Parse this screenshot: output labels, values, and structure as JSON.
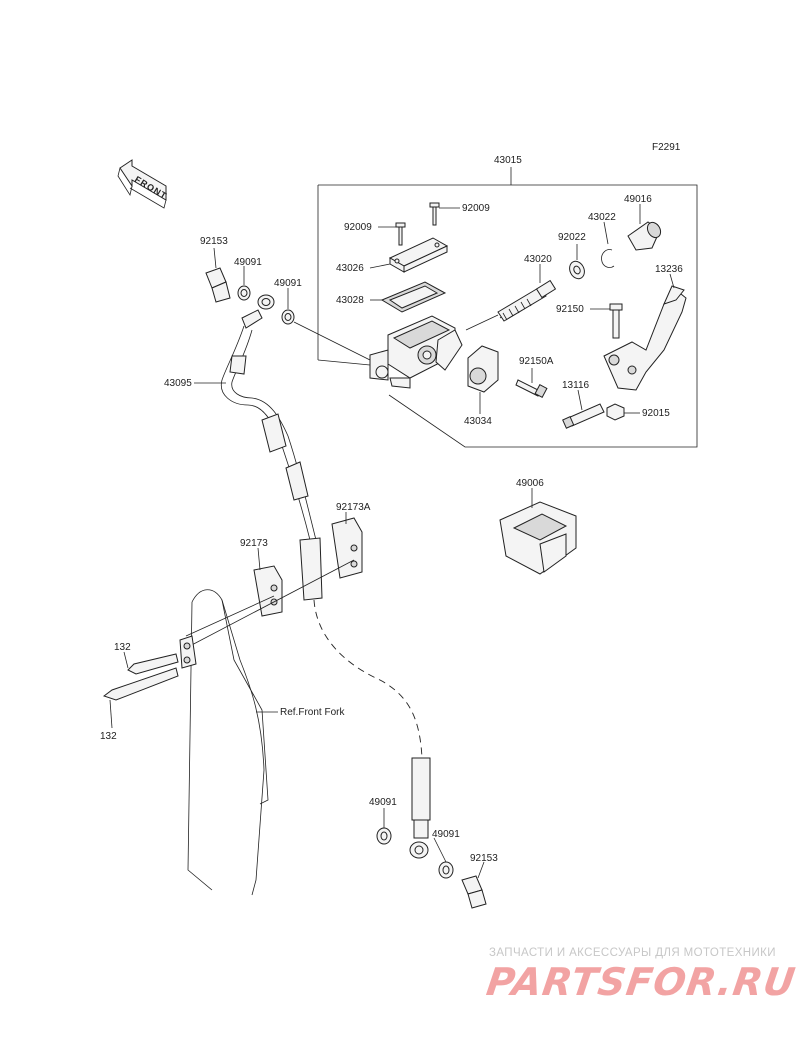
{
  "figure_code": "F2291",
  "front_label": "FRONT",
  "ref_label": "Ref.Front Fork",
  "parts": {
    "p43015": "43015",
    "p92009a": "92009",
    "p92009b": "92009",
    "p49016": "49016",
    "p43022": "43022",
    "p92022": "92022",
    "p43026": "43026",
    "p43020": "43020",
    "p13236": "13236",
    "p43028": "43028",
    "p92150": "92150",
    "p92150A": "92150A",
    "p13116": "13116",
    "p92015": "92015",
    "p43034": "43034",
    "p92153a": "92153",
    "p49091a": "49091",
    "p49091b": "49091",
    "p43095": "43095",
    "p49006": "49006",
    "p92173A": "92173A",
    "p92173": "92173",
    "p132a": "132",
    "p132b": "132",
    "p49091c": "49091",
    "p49091d": "49091",
    "p92153b": "92153"
  },
  "watermark": {
    "subtitle": "ЗАПЧАСТИ И АКСЕССУАРЫ ДЛЯ МОТОТЕХНИКИ",
    "brand": "PARTSFOR.RU"
  }
}
